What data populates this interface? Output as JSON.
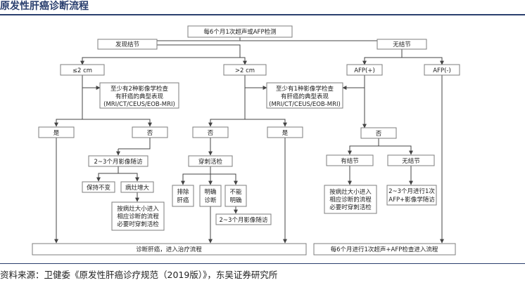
{
  "title": "原发性肝癌诊断流程",
  "source": "资料来源：卫健委《原发性肝癌诊疗规范（2019版）》，东吴证券研究所",
  "nodes": {
    "screening": "每6个月1次超声或AFP检测",
    "nodule_found": "发现结节",
    "no_nodule": "无结节",
    "le2": "≤2 cm",
    "gt2": ">2 cm",
    "afp_pos": "AFP(+)",
    "afp_neg": "AFP(-)",
    "crit_two": [
      "至少有2种影像学检查",
      "有肝癌的典型表现",
      "(MRI/CT/CEUS/EOB-MRI)"
    ],
    "crit_one": [
      "至少有1种影像学检查",
      "有肝癌的典型表现",
      "(MRI/CT/CEUS/EOB-MRI)"
    ],
    "yes_a": "是",
    "no_a": "否",
    "no_b": "否",
    "yes_b": "是",
    "no_c": "否",
    "followup_23": "2~3个月影像随访",
    "biopsy": "穿刺活检",
    "has_nodule": "有结节",
    "no_nodule_2": "无结节",
    "stable": "保持不变",
    "enlarge": "病灶增大",
    "exclude": [
      "排除",
      "肝癌"
    ],
    "confirm": [
      "明确",
      "诊断"
    ],
    "unclear": [
      "不能",
      "明确"
    ],
    "lesion_proc_a": [
      "按病灶大小进入",
      "相应诊断的流程",
      "必要时穿刺活检"
    ],
    "lesion_proc_b": [
      "按病灶大小进入",
      "相应诊断的流程",
      "必要时穿刺活检"
    ],
    "followup_23b": "2~3个月影像随访",
    "followup_afp": [
      "2~3个月进行1次",
      "AFP+影像学随访"
    ],
    "diagnosis": "诊断肝癌，进入治疗流程",
    "surveillance": "每6个月进行1次超声+AFP检查进入流程"
  }
}
